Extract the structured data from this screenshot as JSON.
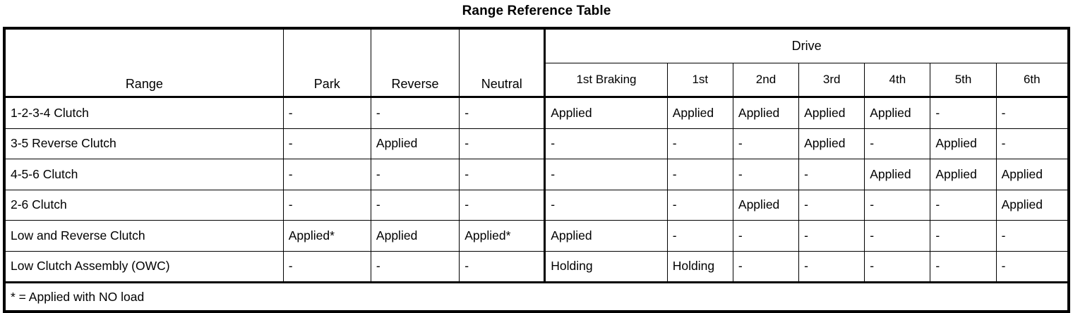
{
  "title": "Range Reference Table",
  "table": {
    "group_header": {
      "label": "Drive",
      "span": 7
    },
    "fixed_columns": [
      "Range",
      "Park",
      "Reverse",
      "Neutral"
    ],
    "drive_columns": [
      "1st Braking",
      "1st",
      "2nd",
      "3rd",
      "4th",
      "5th",
      "6th"
    ],
    "rows": [
      {
        "label": "1-2-3-4 Clutch",
        "values": [
          "-",
          "-",
          "-",
          "Applied",
          "Applied",
          "Applied",
          "Applied",
          "Applied",
          "-",
          "-"
        ]
      },
      {
        "label": "3-5 Reverse Clutch",
        "values": [
          "-",
          "Applied",
          "-",
          "-",
          "-",
          "-",
          "Applied",
          "-",
          "Applied",
          "-"
        ]
      },
      {
        "label": "4-5-6 Clutch",
        "values": [
          "-",
          "-",
          "-",
          "-",
          "-",
          "-",
          "-",
          "Applied",
          "Applied",
          "Applied"
        ]
      },
      {
        "label": "2-6 Clutch",
        "values": [
          "-",
          "-",
          "-",
          "-",
          "-",
          "Applied",
          "-",
          "-",
          "-",
          "Applied"
        ]
      },
      {
        "label": "Low and Reverse Clutch",
        "values": [
          "Applied*",
          "Applied",
          "Applied*",
          "Applied",
          "-",
          "-",
          "-",
          "-",
          "-",
          "-"
        ]
      },
      {
        "label": "Low Clutch Assembly (OWC)",
        "values": [
          "-",
          "-",
          "-",
          "Holding",
          "Holding",
          "-",
          "-",
          "-",
          "-",
          "-"
        ]
      }
    ],
    "footnote": "* = Applied with NO load"
  }
}
